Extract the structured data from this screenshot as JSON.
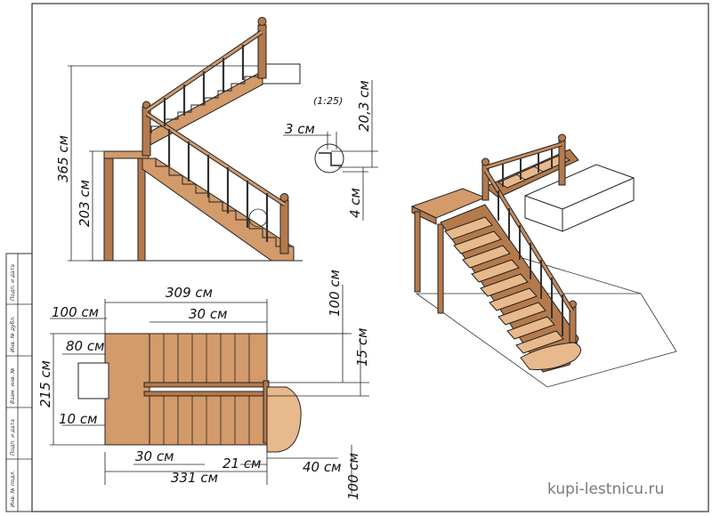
{
  "side_view": {
    "scale": "(1:25)",
    "total_height": "365 см",
    "landing_height": "203 см",
    "nosing": "3 см",
    "riser": "20,3 см",
    "tread_thickness": "4 см"
  },
  "plan_view": {
    "overall_length": "309 см",
    "landing_width": "100 см",
    "tread_width_top": "30 см",
    "total_width": "215 см",
    "post_offset": "80 см",
    "gap": "10 см",
    "upper_flight_width": "100 см",
    "handrail_gap": "15 см",
    "tread_width_bottom": "30 см",
    "bottom_length": "331 см",
    "bottom_step": "21 см",
    "start_step": "40 см",
    "lower_flight_width": "100 см"
  },
  "stamp": {
    "labels": [
      "Подп. и дата",
      "Инв. № дубл.",
      "Взам. инв. №",
      "Подп. и дата",
      "Инв. № подл."
    ]
  },
  "watermark": "kupi-lestnicu.ru"
}
